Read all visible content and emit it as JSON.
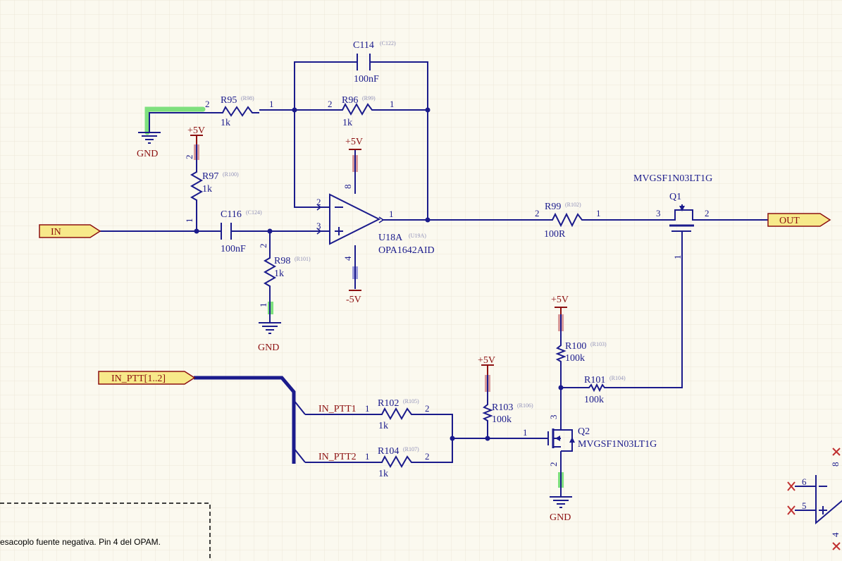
{
  "colors": {
    "background": "#fbf9ef",
    "grid": "#ece8d8",
    "wire": "#1b1b8c",
    "power_label": "#8c1010",
    "port_fill": "#f7e98a",
    "highlight": "#7ee07e"
  },
  "ports": {
    "in": "IN",
    "out": "OUT",
    "in_ptt": "IN_PTT[1..2]"
  },
  "nets": {
    "ptt1": "IN_PTT1",
    "ptt2": "IN_PTT2"
  },
  "power": {
    "pos": "+5V",
    "neg": "-5V",
    "gnd": "GND"
  },
  "components": {
    "c114": {
      "des": "C114",
      "alt": "(C122)",
      "val": "100nF"
    },
    "r95": {
      "des": "R95",
      "alt": "(R98)",
      "val": "1k"
    },
    "r96": {
      "des": "R96",
      "alt": "(R99)",
      "val": "1k"
    },
    "r97": {
      "des": "R97",
      "alt": "(R100)",
      "val": "1k"
    },
    "c116": {
      "des": "C116",
      "alt": "(C124)",
      "val": "100nF"
    },
    "r98": {
      "des": "R98",
      "alt": "(R101)",
      "val": "1k"
    },
    "u18a": {
      "des": "U18A",
      "alt": "(U19A)",
      "val": "OPA1642AID"
    },
    "r99": {
      "des": "R99",
      "alt": "(R102)",
      "val": "100R"
    },
    "q1": {
      "des": "Q1",
      "val": "MVGSF1N03LT1G"
    },
    "r100": {
      "des": "R100",
      "alt": "(R103)",
      "val": "100k"
    },
    "r101": {
      "des": "R101",
      "alt": "(R104)",
      "val": "100k"
    },
    "r102": {
      "des": "R102",
      "alt": "(R105)",
      "val": "1k"
    },
    "r103": {
      "des": "R103",
      "alt": "(R106)",
      "val": "100k"
    },
    "r104": {
      "des": "R104",
      "alt": "(R107)",
      "val": "1k"
    },
    "q2": {
      "des": "Q2",
      "val": "MVGSF1N03LT1G"
    }
  },
  "pins": {
    "one": "1",
    "two": "2",
    "three": "3",
    "four": "4",
    "five": "5",
    "six": "6",
    "eight": "8"
  },
  "note": "esacoplo fuente negativa. Pin 4 del OPAM."
}
